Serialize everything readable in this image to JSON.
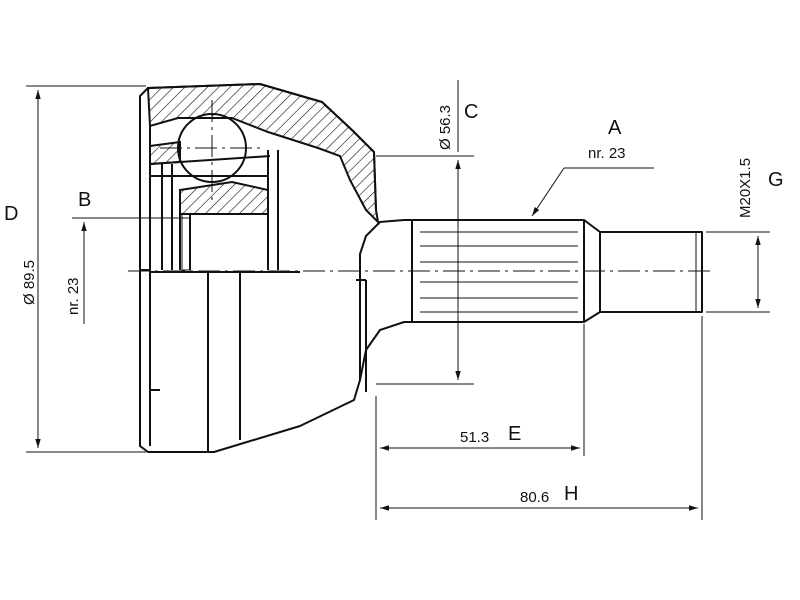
{
  "labels": {
    "A": "A",
    "B": "B",
    "C": "C",
    "D": "D",
    "E": "E",
    "G": "G",
    "H": "H"
  },
  "dimensions": {
    "outer_diameter": "Ø 89.5",
    "inner_diameter": "Ø 56.3",
    "inner_splines": "nr. 23",
    "outer_splines": "nr. 23",
    "thread": "M20X1.5",
    "shaft_length": "51.3",
    "total_length": "80.6"
  }
}
